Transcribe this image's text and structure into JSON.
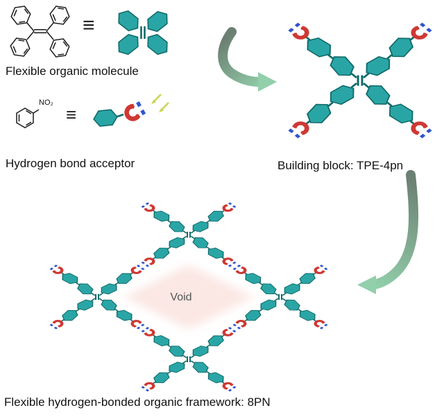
{
  "colors": {
    "background": "#ffffff",
    "text": "#111111",
    "teal": "#2aa5a5",
    "teal_edge": "#116a6a",
    "bond": "#1a1a1a",
    "magnet_red": "#cf3833",
    "magnet_blue": "#2f55cf",
    "magnet_white": "#ffffff",
    "void_fill": "#fbe7e3",
    "void_text": "#555555",
    "arrow_dark": "#6b7f72",
    "arrow_light": "#92cfab",
    "hint_arrow": "#c9d44f"
  },
  "legend": {
    "flexible_molecule": "Flexible organic molecule",
    "hydrogen_bond_acceptor": "Hydrogen bond acceptor",
    "nitro_group": "NO₂",
    "equivalence_symbol": "≡"
  },
  "building_block": {
    "label": "Building block: TPE-4pn"
  },
  "framework": {
    "label": "Flexible hydrogen-bonded organic framework: 8PN",
    "void_label": "Void"
  },
  "icons": {
    "benzene_ring": "teal-hexagon-shape",
    "magnet": "horseshoe-magnet-icon",
    "equivalence": "triple-bar-unicode-2261",
    "attraction": "small-yellow-arrows",
    "process_arrow": "curved-gradient-arrow"
  }
}
